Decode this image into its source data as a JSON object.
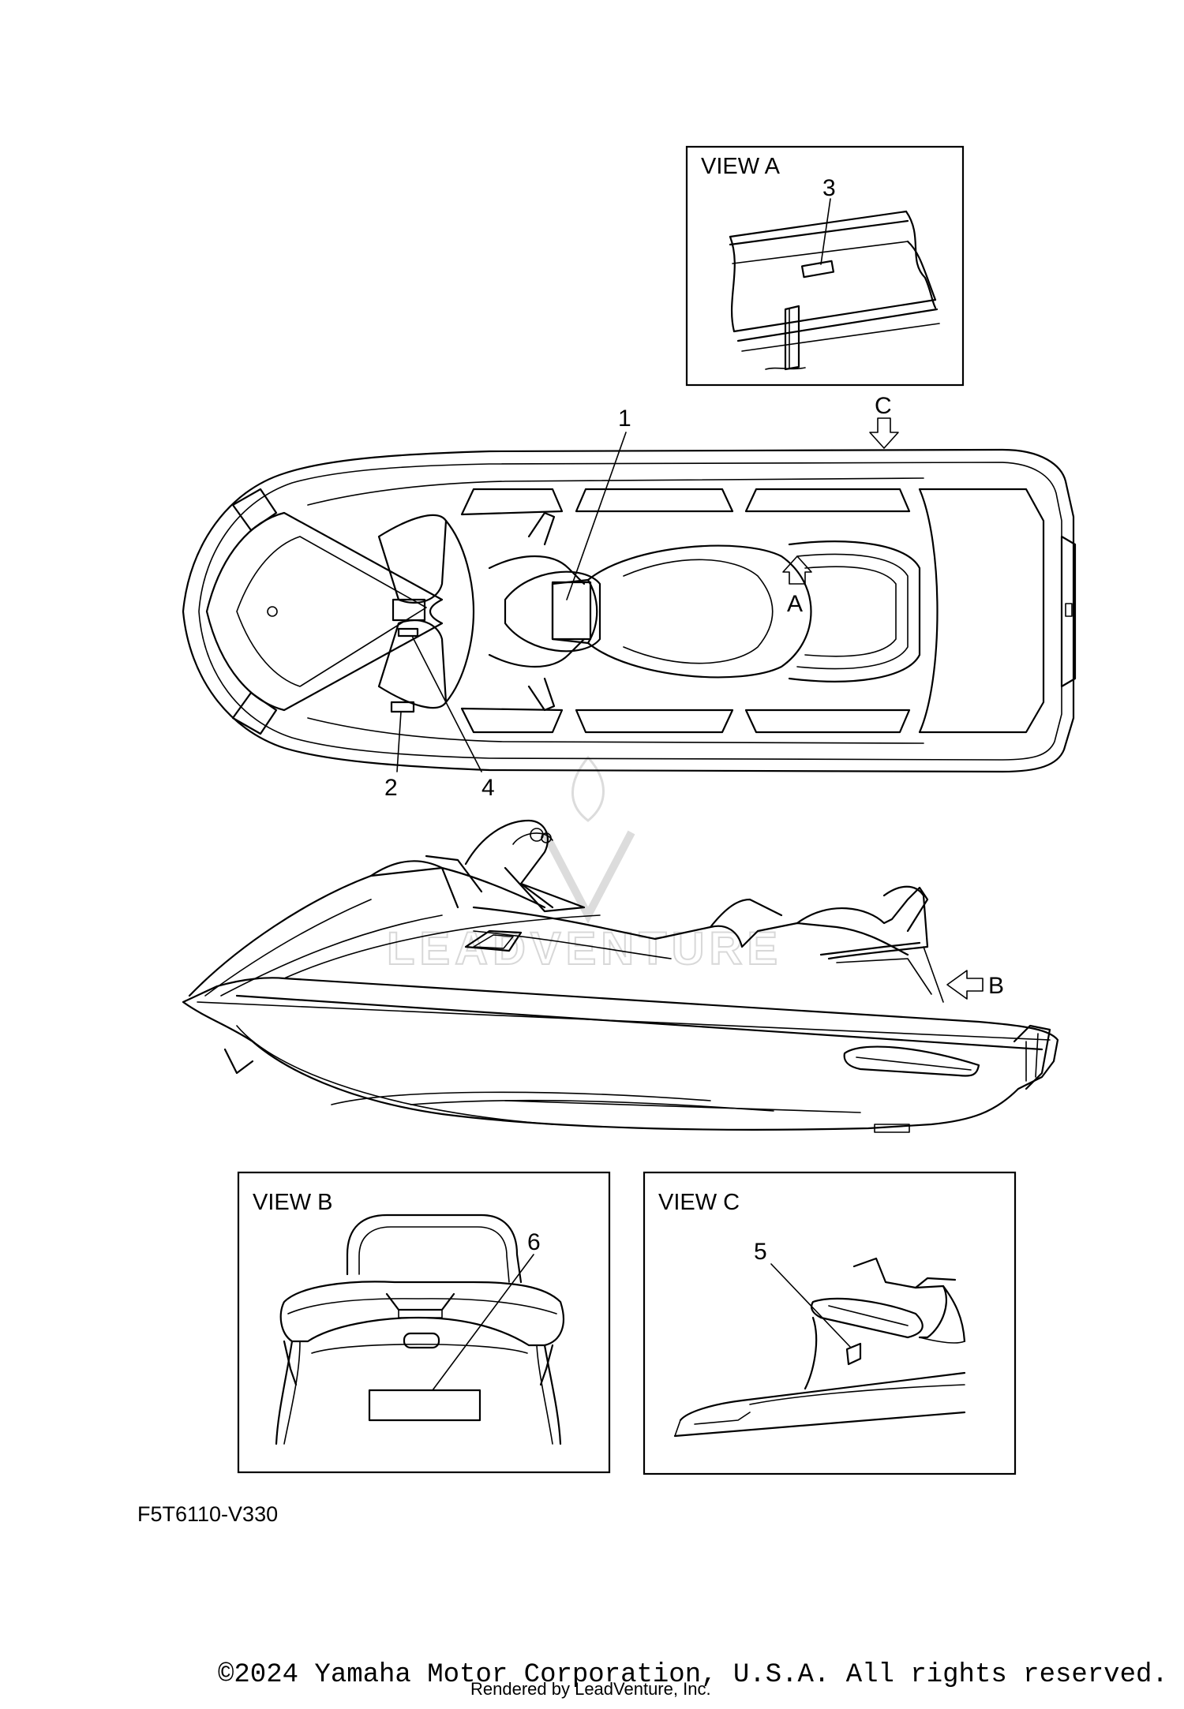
{
  "views": {
    "view_a": "VIEW A",
    "view_b": "VIEW B",
    "view_c": "VIEW C"
  },
  "view_arrows": {
    "a": "A",
    "b": "B",
    "c": "C"
  },
  "callouts": [
    "1",
    "2",
    "3",
    "4",
    "5",
    "6"
  ],
  "figure_code": "F5T6110-V330",
  "watermark": "LEADVENTURE",
  "footer": {
    "copyright": "©2024 Yamaha Motor Corporation, U.S.A. All rights reserved.",
    "rendered": "Rendered by LeadVenture, Inc."
  }
}
